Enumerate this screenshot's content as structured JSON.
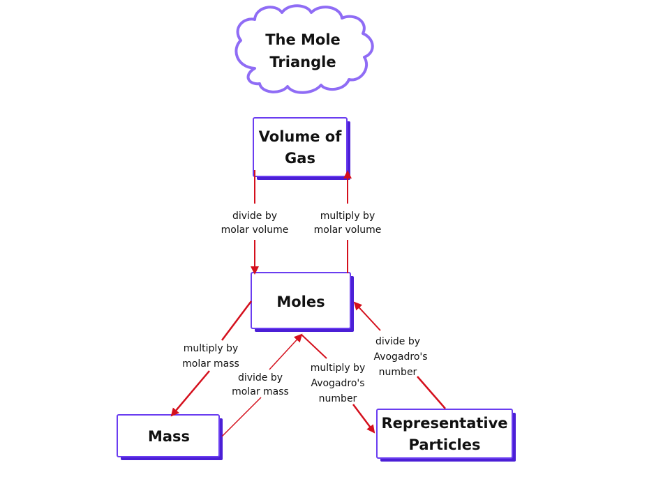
{
  "title": {
    "line1": "The Mole",
    "line2": "Triangle"
  },
  "nodes": {
    "volume": {
      "line1": "Volume of",
      "line2": "Gas"
    },
    "moles": {
      "line1": "Moles"
    },
    "mass": {
      "line1": "Mass"
    },
    "particles": {
      "line1": "Representative",
      "line2": "Particles"
    }
  },
  "edges": {
    "volume_to_moles": {
      "line1": "divide by",
      "line2": "molar volume"
    },
    "moles_to_volume": {
      "line1": "multiply by",
      "line2": "molar volume"
    },
    "moles_to_mass": {
      "line1": "multiply by",
      "line2": "molar mass"
    },
    "mass_to_moles": {
      "line1": "divide by",
      "line2": "molar mass"
    },
    "moles_to_particles": {
      "line1": "multiply by",
      "line2": "Avogadro's",
      "line3": "number"
    },
    "particles_to_moles": {
      "line1": "divide by",
      "line2": "Avogadro's",
      "line3": "number"
    }
  },
  "colors": {
    "box_border": "#6a3df0",
    "box_shadow": "#4b1fd6",
    "arrow": "#d40f1c",
    "cloud_border": "#8f6cf5"
  }
}
